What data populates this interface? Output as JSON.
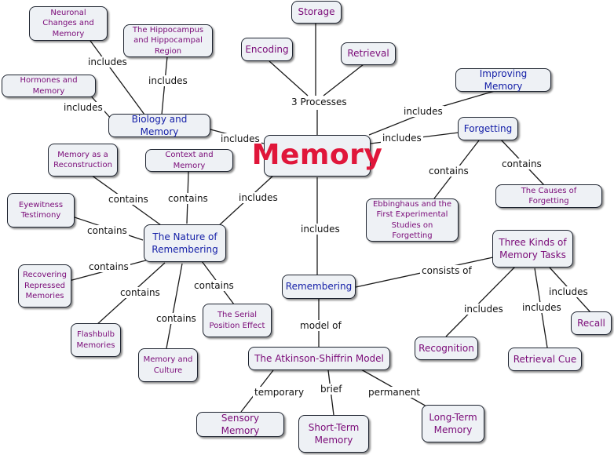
{
  "nodes": {
    "memory": "Memory",
    "storage": "Storage",
    "encoding": "Encoding",
    "retrieval": "Retrieval",
    "improving_memory": "Improving Memory",
    "forgetting": "Forgetting",
    "causes_of_forgetting": "The Causes of Forgetting",
    "ebbinghaus": "Ebbinghaus and the First Experimental Studies on Forgetting",
    "neuronal_changes": "Neuronal Changes and Memory",
    "hippocampus": "The Hippocampus and Hippocampal Region",
    "hormones": "Hormones and Memory",
    "biology": "Biology and Memory",
    "reconstruction": "Memory as a Reconstruction",
    "context": "Context and Memory",
    "eyewitness": "Eyewitness Testimony",
    "nature_of_remembering": "The Nature of Remembering",
    "repressed": "Recovering Repressed Memories",
    "flashbulb": "Flashbulb Memories",
    "culture": "Memory and Culture",
    "serial_position": "The Serial Position Effect",
    "remembering": "Remembering",
    "three_kinds": "Three Kinds of Memory Tasks",
    "recognition": "Recognition",
    "retrieval_cue": "Retrieval Cue",
    "recall": "Recall",
    "atkinson": "The Atkinson-Shiffrin Model",
    "sensory": "Sensory Memory",
    "short_term": "Short-Term Memory",
    "long_term": "Long-Term Memory"
  },
  "link_labels": {
    "three_processes": "3 Processes",
    "includes": "includes",
    "contains": "contains",
    "consists_of": "consists of",
    "model_of": "model of",
    "temporary": "temporary",
    "brief": "brief",
    "permanent": "permanent"
  },
  "colors": {
    "subtopic_text": "#7a0a78",
    "topic_text": "#1520a8",
    "central_text": "#e0163a",
    "node_fill": "#eef1f5",
    "link_stroke": "#1a1a1a"
  }
}
